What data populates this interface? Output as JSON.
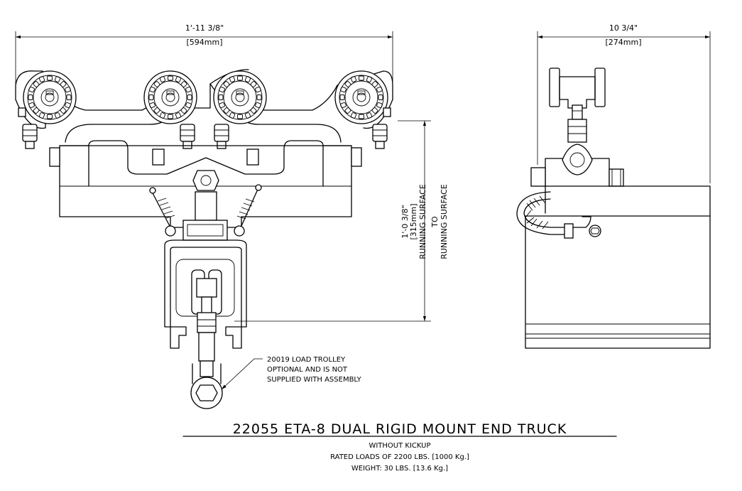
{
  "dimensions": {
    "overall_width_imperial": "1'-11 3/8\"",
    "overall_width_metric": "[594mm]",
    "side_width_imperial": "10 3/4\"",
    "side_width_metric": "[274mm]",
    "height_imperial": "1'-0 3/8\"",
    "height_metric": "[315mm]",
    "height_label_1": "RUNNING SURFACE",
    "height_label_2": "TO",
    "height_label_3": "RUNNING SURFACE"
  },
  "note": {
    "line1": "20019 LOAD TROLLEY",
    "line2": "OPTIONAL AND IS NOT",
    "line3": "SUPPLIED WITH ASSEMBLY"
  },
  "title": {
    "main": "22055 ETA-8 DUAL RIGID MOUNT END TRUCK",
    "line1": "WITHOUT KICKUP",
    "line2": "RATED LOADS OF 2200 LBS. [1000 Kg.]",
    "line3": "WEIGHT: 30 LBS. [13.6 Kg.]"
  }
}
